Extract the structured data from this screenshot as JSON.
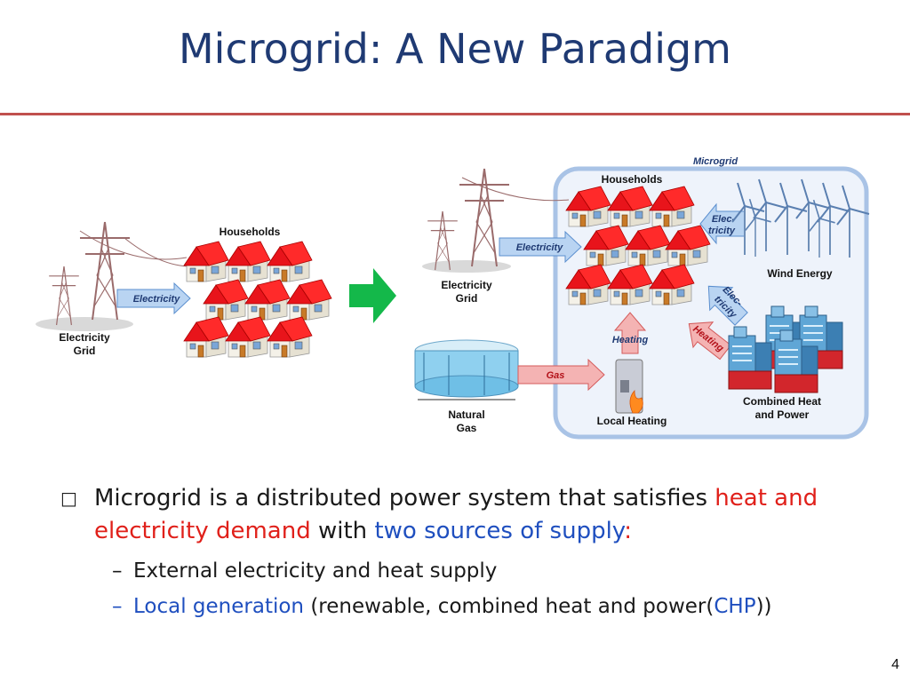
{
  "slide": {
    "title": "Microgrid: A New Paradigm",
    "page_number": "4"
  },
  "diagram": {
    "left": {
      "grid_label_1": "Electricity",
      "grid_label_2": "Grid",
      "arrow_label": "Electricity",
      "households_label": "Households"
    },
    "right": {
      "microgrid_label": "Microgrid",
      "households_label": "Households",
      "grid_label_1": "Electricity",
      "grid_label_2": "Grid",
      "grid_arrow_label": "Electricity",
      "wind_arrow_label_1": "Elec-",
      "wind_arrow_label_2": "tricity",
      "wind_label": "Wind Energy",
      "chp_arrow_elec_1": "Elec-",
      "chp_arrow_elec_2": "tricity",
      "chp_arrow_heat": "Heating",
      "chp_label_1": "Combined Heat",
      "chp_label_2": "and Power",
      "heating_arrow_label": "Heating",
      "gas_arrow_label": "Gas",
      "gas_label_1": "Natural",
      "gas_label_2": "Gas",
      "local_heating_label": "Local Heating"
    }
  },
  "bullets": {
    "main_prefix": "Microgrid is a distributed power system that satisfies ",
    "main_red": "heat and electricity demand",
    "main_mid": " with ",
    "main_blue": "two sources of supply",
    "main_colon": ":",
    "sub1": "External electricity and heat supply",
    "sub2_blue": "Local generation",
    "sub2_rest": " (renewable, combined heat and power(",
    "sub2_chp": "CHP",
    "sub2_end": "))"
  },
  "colors": {
    "title": "#1f3a73",
    "rule": "#c0504d",
    "roof": "#e8141b",
    "arrow_blue": "#b9d4f2",
    "arrow_red": "#f4b3b3",
    "green_arrow": "#14b84a"
  }
}
